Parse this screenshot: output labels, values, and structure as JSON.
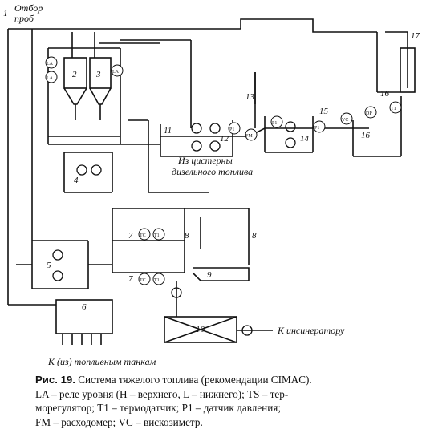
{
  "labels": {
    "sampling_l1": "Отбор",
    "sampling_l2": "проб",
    "diesel_l1": "Из цистерны",
    "diesel_l2": "дизельного топлива",
    "incinerator": "К инсинератору",
    "to_tanks": "К (из) топливным танкам"
  },
  "numbers": [
    "1",
    "2",
    "3",
    "4",
    "5",
    "6",
    "7",
    "7",
    "8",
    "8",
    "9",
    "10",
    "11",
    "12",
    "13",
    "14",
    "15",
    "16",
    "16",
    "17"
  ],
  "instruments": [
    "LA",
    "LA",
    "LA",
    "P1",
    "FM",
    "P1",
    "P1",
    "VC",
    "DP",
    "T1",
    "TC",
    "T1",
    "TC",
    "T1"
  ],
  "caption": {
    "fig": "Рис. 19.",
    "title": "Система тяжелого топлива (рекомендации CIMAC).",
    "line2": "LA – реле уровня (H – верхнего, L – нижнего); TS – тер-",
    "line3": "морегулятор; T1 – термодатчик; P1 – датчик давления;",
    "line4": "FM – расходомер; VC – вискозиметр."
  }
}
